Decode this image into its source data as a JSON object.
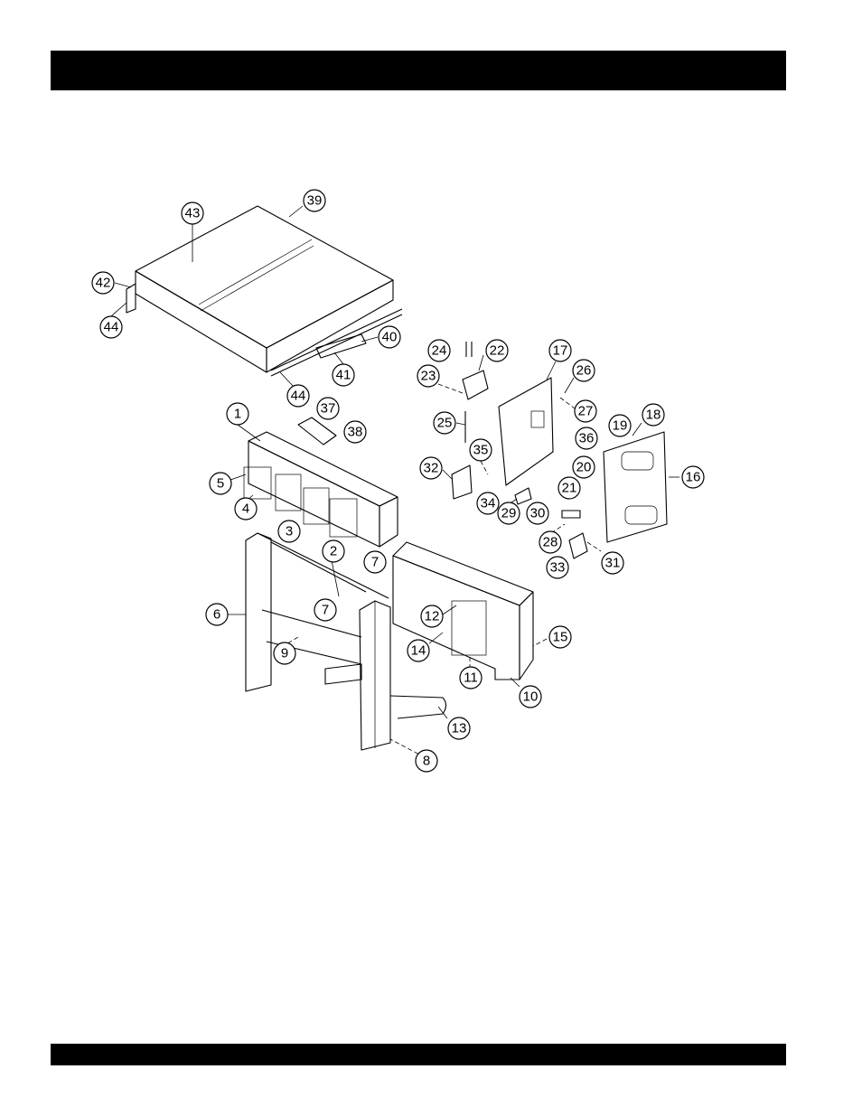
{
  "header_bar": {
    "color": "#000000"
  },
  "footer_bar": {
    "color": "#000000"
  },
  "callouts": [
    {
      "label": "43"
    },
    {
      "label": "39"
    },
    {
      "label": "42"
    },
    {
      "label": "44"
    },
    {
      "label": "40"
    },
    {
      "label": "41"
    },
    {
      "label": "44"
    },
    {
      "label": "24"
    },
    {
      "label": "22"
    },
    {
      "label": "17"
    },
    {
      "label": "23"
    },
    {
      "label": "26"
    },
    {
      "label": "25"
    },
    {
      "label": "27"
    },
    {
      "label": "19"
    },
    {
      "label": "18"
    },
    {
      "label": "36"
    },
    {
      "label": "1"
    },
    {
      "label": "37"
    },
    {
      "label": "38"
    },
    {
      "label": "35"
    },
    {
      "label": "32"
    },
    {
      "label": "20"
    },
    {
      "label": "16"
    },
    {
      "label": "21"
    },
    {
      "label": "5"
    },
    {
      "label": "34"
    },
    {
      "label": "29"
    },
    {
      "label": "30"
    },
    {
      "label": "4"
    },
    {
      "label": "3"
    },
    {
      "label": "28"
    },
    {
      "label": "2"
    },
    {
      "label": "7"
    },
    {
      "label": "33"
    },
    {
      "label": "31"
    },
    {
      "label": "7"
    },
    {
      "label": "12"
    },
    {
      "label": "6"
    },
    {
      "label": "15"
    },
    {
      "label": "14"
    },
    {
      "label": "9"
    },
    {
      "label": "11"
    },
    {
      "label": "10"
    },
    {
      "label": "13"
    },
    {
      "label": "8"
    }
  ]
}
